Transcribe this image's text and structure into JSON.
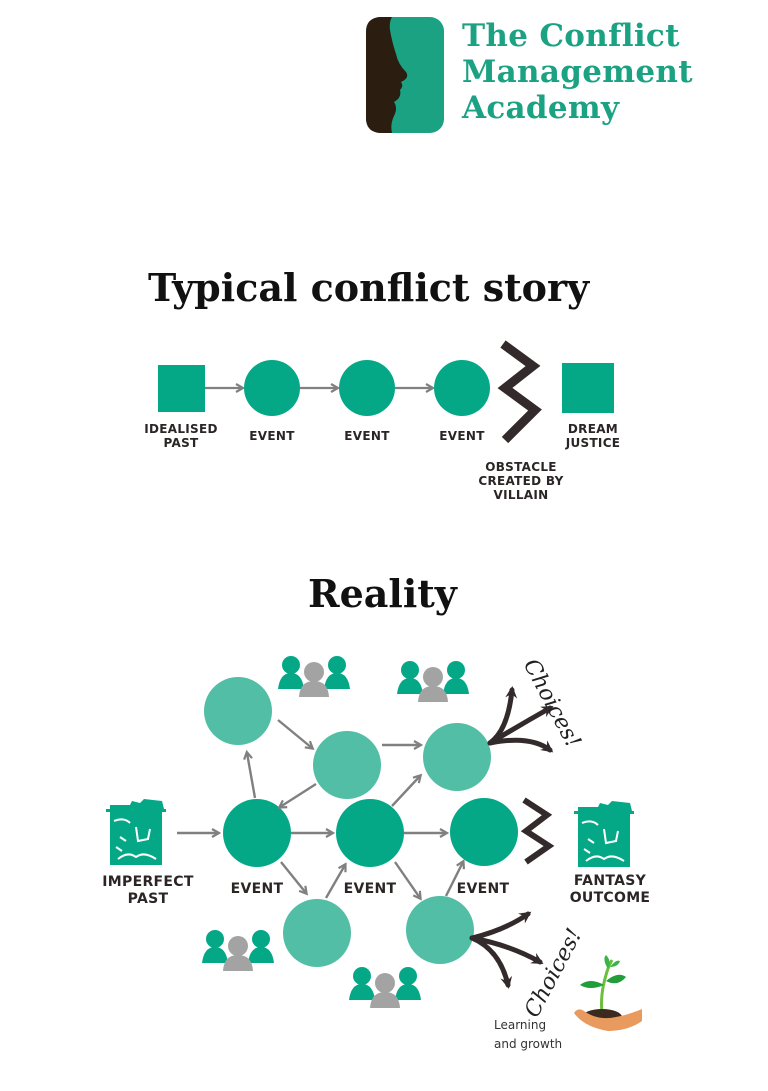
{
  "logo": {
    "lines": [
      "The Conflict",
      "Management",
      "Academy"
    ],
    "icon": "faces-vase-icon"
  },
  "typical": {
    "title": "Typical conflict story",
    "nodes": [
      {
        "shape": "square",
        "label_lines": [
          "IDEALISED",
          "PAST"
        ]
      },
      {
        "shape": "circle",
        "label_lines": [
          "EVENT"
        ]
      },
      {
        "shape": "circle",
        "label_lines": [
          "EVENT"
        ]
      },
      {
        "shape": "circle",
        "label_lines": [
          "EVENT"
        ]
      },
      {
        "shape": "zigzag",
        "label_lines": [
          "OBSTACLE",
          "CREATED BY",
          "VILLAIN"
        ]
      },
      {
        "shape": "square",
        "label_lines": [
          "DREAM",
          "JUSTICE"
        ]
      }
    ]
  },
  "reality": {
    "title": "Reality",
    "start_label": [
      "IMPERFECT",
      "PAST"
    ],
    "end_label": [
      "FANTASY",
      "OUTCOME"
    ],
    "event_label": "EVENT",
    "choices_label": "Choices!",
    "growth_label": [
      "Learning",
      "and growth"
    ],
    "icons": [
      "broken-box-icon",
      "people-group-icon",
      "branching-arrows-icon",
      "zigzag-obstacle-icon",
      "plant-in-hand-icon"
    ]
  },
  "colors": {
    "teal_dark": "#04a887",
    "teal_light": "#52bea6",
    "arrow_gray": "#808080",
    "brown": "#332b2b",
    "person_gray": "#a3a3a3",
    "logo_teal": "#1aa283",
    "logo_dark": "#2b1d10"
  }
}
